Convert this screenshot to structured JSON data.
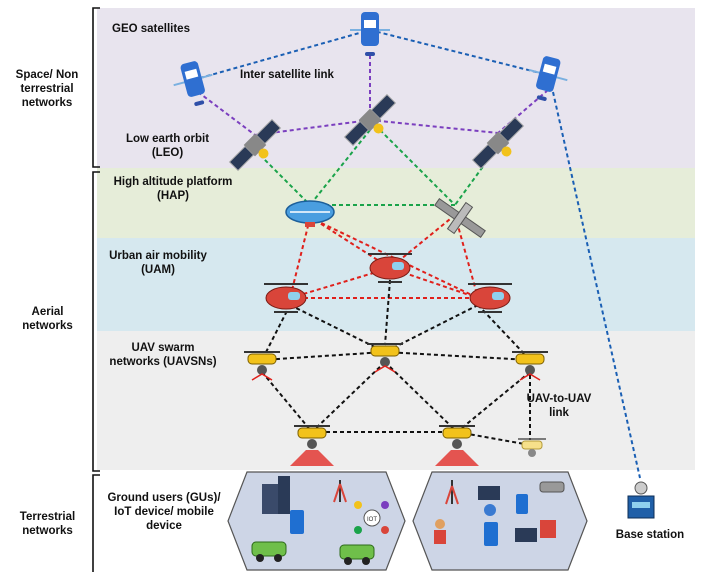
{
  "categories": {
    "space": "Space/ Non terrestrial networks",
    "aerial": "Aerial networks",
    "terrestrial": "Terrestrial networks"
  },
  "layers": {
    "geo": "GEO satellites",
    "isl": "Inter satellite link",
    "leo": "Low earth orbit (LEO)",
    "hap": "High altitude platform (HAP)",
    "uam": "Urban air mobility (UAM)",
    "uavsn": "UAV swarm networks (UAVSNs)",
    "u2u": "UAV-to-UAV link",
    "ground": "Ground users (GUs)/ IoT device/ mobile device",
    "base": "Base station",
    "iot": "IOT"
  },
  "colors": {
    "space_band": "#e8e4ee",
    "hap_band": "#e6edd9",
    "uam_band": "#d6e8ef",
    "uav_band": "#eeeeee",
    "ground_hex": "#cdd5e6",
    "geo_link": "#1a5fb4",
    "isl_link": "#7b3fbf",
    "leo_hap_link": "#1aa34a",
    "hap_uam_link": "#e0201b",
    "uav_link": "#111111",
    "uav_body": "#f2c21b",
    "uam_body": "#d9453a"
  }
}
